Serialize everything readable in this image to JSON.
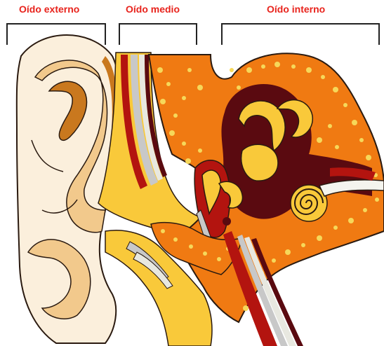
{
  "labels": {
    "outer": "Oído externo",
    "middle": "Oído medio",
    "inner": "Oído interno"
  },
  "colors": {
    "label": "#e8231c",
    "bracket": "#222222",
    "skin_light": "#fbefdc",
    "skin_mid": "#f2c98c",
    "skin_dark": "#c9781e",
    "bone_orange": "#f07a12",
    "bone_pores": "#f6d85a",
    "canal_red": "#b3140f",
    "canal_dark": "#5a0a10",
    "ossicle_yellow": "#f9c93a",
    "nerve_white": "#f4f4ee",
    "stripe_gray": "#c8c8c8"
  }
}
